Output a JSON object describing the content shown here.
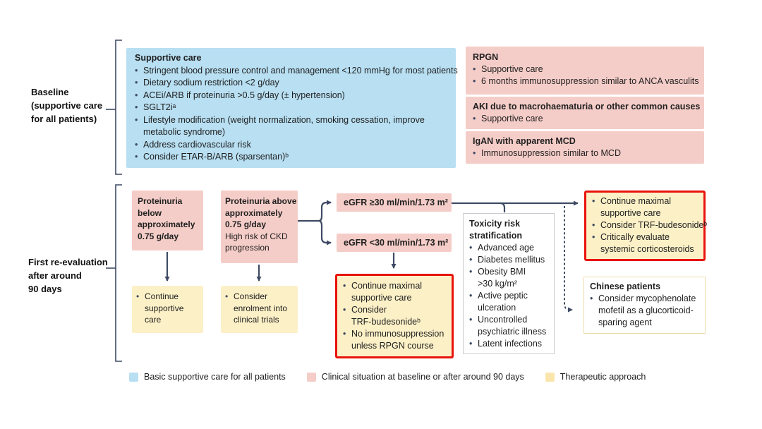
{
  "palette": {
    "blue_box": "#b8dff2",
    "pink_box": "#f5cdc8",
    "yellow_box": "#fcf0c7",
    "red_highlight_border": "#e8130c",
    "connector_navy": "#3e4a63",
    "gray_border": "#c8ccd0",
    "tan_border": "#f0dcab",
    "legend_yellow_swatch": "#fae6ad"
  },
  "side_labels": {
    "baseline": "Baseline\n(supportive care\nfor all patients)",
    "reevaluation": "First re-evaluation\nafter around\n90 days"
  },
  "supportive_care": {
    "title": "Supportive care",
    "items": [
      "Stringent blood pressure control and management <120 mmHg for most patients",
      "Dietary sodium restriction <2 g/day",
      "ACEi/ARB if proteinuria >0.5 g/day (± hypertension)",
      "SGLT2iᵃ",
      "Lifestyle modification (weight normalization, smoking cessation, improve\nmetabolic syndrome)",
      "Address cardiovascular risk",
      "Consider ETAR-B/ARB (sparsentan)ᵇ"
    ]
  },
  "baseline_right": {
    "rpgn": {
      "title": "RPGN",
      "items": [
        "Supportive care",
        "6 months immunosuppression similar to ANCA vasculits"
      ]
    },
    "aki": {
      "title": "AKI due to macrohaematuria or other common causes",
      "items": [
        "Supportive care"
      ]
    },
    "mcd": {
      "title": "IgAN with apparent MCD",
      "items": [
        "Immunosuppression similar to MCD"
      ]
    }
  },
  "reeval": {
    "prot_below": "Proteinuria\nbelow\napproximately\n0.75 g/day",
    "prot_below_action": {
      "items": [
        "Continue\nsupportive\ncare"
      ]
    },
    "prot_above_bold": "Proteinuria above\napproximately\n0.75 g/day",
    "prot_above_note": "High risk of CKD\nprogression",
    "prot_above_action": {
      "items": [
        "Consider\nenrolment into\nclinical trials"
      ]
    },
    "egfr_high": "eGFR ≥30 ml/min/1.73 m²",
    "egfr_low": "eGFR <30 ml/min/1.73 m²",
    "egfr_low_action": {
      "items": [
        "Continue maximal\nsupportive care",
        "Consider\nTRF-budesonideᵇ",
        "No immunosuppression\nunless RPGN course"
      ]
    },
    "toxicity": {
      "title": "Toxicity risk\nstratification",
      "items": [
        "Advanced age",
        "Diabetes mellitus",
        "Obesity BMI\n>30 kg/m²",
        "Active peptic\nulceration",
        "Uncontrolled\npsychiatric illness",
        "Latent infections"
      ]
    },
    "egfr_high_action": {
      "items": [
        "Continue maximal\nsupportive care",
        "Consider TRF-budesonideᵇ",
        "Critically evaluate\nsystemic corticosteroids"
      ]
    },
    "chinese": {
      "title": "Chinese patients",
      "items": [
        "Consider mycophenolate\nmofetil as a glucorticoid-\nsparing agent"
      ]
    }
  },
  "legend": {
    "items": [
      {
        "label": "Basic supportive care for all patients",
        "color": "#b8dff2"
      },
      {
        "label": "Clinical situation at baseline or after around 90 days",
        "color": "#f5cdc8"
      },
      {
        "label": "Therapeutic approach",
        "color": "#fae6ad"
      }
    ]
  }
}
